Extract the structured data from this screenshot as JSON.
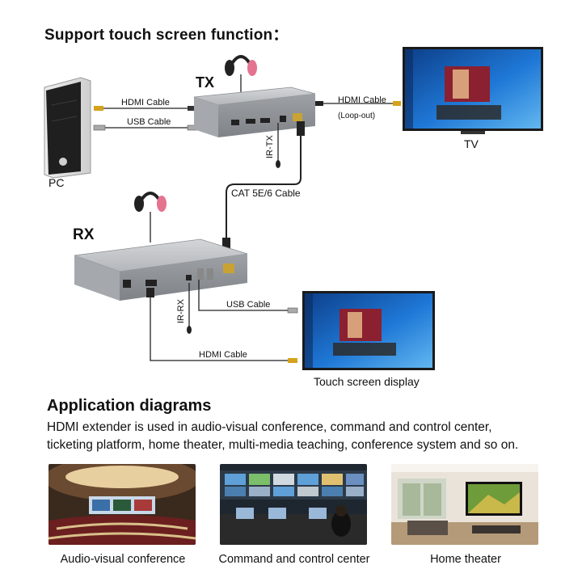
{
  "header": {
    "title": "Support touch screen function："
  },
  "diagram": {
    "tx_label": "TX",
    "rx_label": "RX",
    "pc_label": "PC",
    "tv_label": "TV",
    "hdmi_cable_pc": "HDMI Cable",
    "usb_cable_pc": "USB Cable",
    "hdmi_cable_tv": "HDMI Cable",
    "loop_out": "(Loop-out)",
    "ir_tx": "IR-TX",
    "cat_cable": "CAT 5E/6 Cable",
    "ir_rx": "IR-RX",
    "usb_cable_rx": "USB Cable",
    "hdmi_cable_rx": "HDMI Cable",
    "touch_display": "Touch screen display"
  },
  "application": {
    "title": "Application diagrams",
    "description_line1": "HDMI extender is used in audio-visual conference, command and control center,",
    "description_line2": "ticketing platform, home theater, multi-media teaching, conference system and so on.",
    "captions": [
      "Audio-visual conference",
      "Command and control center",
      "Home theater"
    ]
  },
  "colors": {
    "device_body": "#b9bcc0",
    "device_dark": "#8e9296",
    "cable": "#222222",
    "cable_yellow": "#d6a21c",
    "screen_blue": "#1c6fd1",
    "headphone_pink": "#e4738f"
  }
}
